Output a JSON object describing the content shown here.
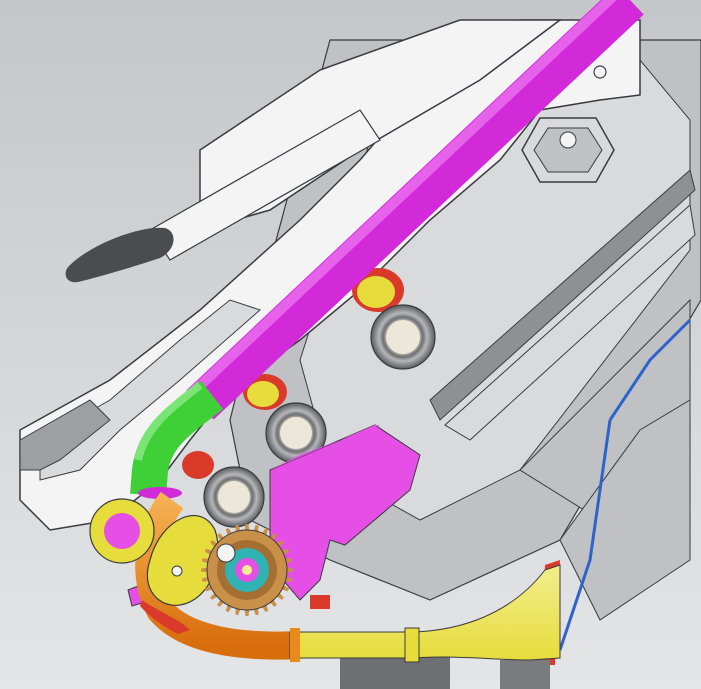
{
  "view": {
    "type": "cad-section-render",
    "background_gradient": [
      "#c4c6c9",
      "#e4e5e7"
    ]
  },
  "colors": {
    "housing_light": "#d9dadc",
    "housing_mid": "#bfc1c4",
    "housing_dark": "#8e9094",
    "plate_white": "#f4f4f5",
    "outline": "#3a3b3e",
    "main_tube": "#d22ad8",
    "main_tube_highlight": "#f07af2",
    "elbow": "#3fcf36",
    "bracket": "#e54fe6",
    "yellow": "#e6dc3c",
    "yellow_light": "#f3ee8e",
    "orange_tube": "#e88a1c",
    "red": "#d93a2a",
    "bronze_gear": "#c9904a",
    "teal": "#2fb3b3",
    "blue_edge": "#2f63c9",
    "dark_handle": "#4b4c50"
  },
  "components": [
    {
      "name": "main-tube",
      "color": "main_tube"
    },
    {
      "name": "green-elbow",
      "color": "elbow"
    },
    {
      "name": "magenta-bracket",
      "color": "bracket"
    },
    {
      "name": "yellow-flared-pipe",
      "color": "yellow"
    },
    {
      "name": "orange-pipe",
      "color": "orange_tube"
    },
    {
      "name": "gear-wheel",
      "color": "bronze_gear"
    },
    {
      "name": "yellow-lever",
      "color": "yellow"
    },
    {
      "name": "yellow-ring",
      "color": "yellow"
    },
    {
      "name": "rollers",
      "count": 3
    },
    {
      "name": "yellow-discs",
      "count": 3
    },
    {
      "name": "lever-handle",
      "color": "dark_handle"
    }
  ]
}
